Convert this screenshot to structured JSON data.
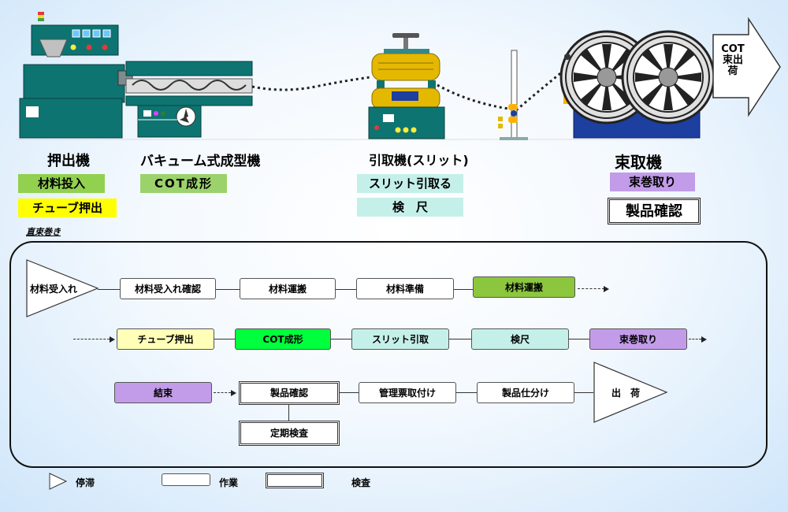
{
  "header": {
    "machines": [
      {
        "name": "押出機",
        "tags": [
          "材料投入",
          "チューブ押出"
        ]
      },
      {
        "name": "バキューム式成型機",
        "tags": [
          "COT成形"
        ]
      },
      {
        "name": "引取機(スリット)",
        "tags": [
          "スリット引取る",
          "検　尺"
        ]
      },
      {
        "name": "束取機",
        "tags": [
          "束巻取り"
        ]
      }
    ],
    "inspection_label": "製品確認",
    "shipping_arrow_label": "COT\n束出\n荷",
    "note": "直束巻き"
  },
  "flow": {
    "row1": {
      "start": "材料受入れ",
      "steps": [
        "材料受入れ確認",
        "材料運搬",
        "材料準備",
        "材料運搬"
      ]
    },
    "row2": {
      "steps": [
        "チューブ押出",
        "COT成形",
        "スリット引取",
        "検尺",
        "束巻取り"
      ]
    },
    "row3": {
      "steps": [
        "結束",
        "製品確認",
        "管理票取付け",
        "製品仕分け"
      ],
      "inspection_below": "定期検査",
      "end": "出　荷"
    }
  },
  "legend": {
    "retention": "停滞",
    "work": "作業",
    "inspection": "検査"
  },
  "colors": {
    "green_light": "#92d050",
    "yellow": "#ffff00",
    "green_pale": "#9bd26b",
    "cyan_pale": "#c5f0ea",
    "purple": "#c29ce8",
    "cream": "#ffffb8",
    "green_bright": "#00ff3c",
    "olive_green": "#8cc63f",
    "teal_machine": "#0e7471",
    "gold": "#e5b800",
    "blue_machine": "#1d3fa0"
  }
}
